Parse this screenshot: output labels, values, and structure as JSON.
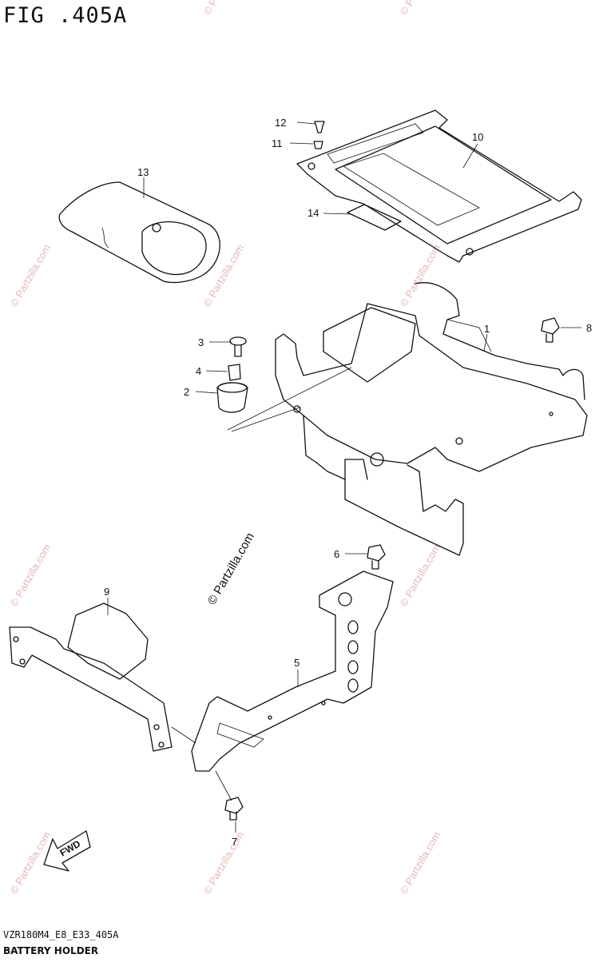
{
  "figure": {
    "title": "FIG .405A",
    "model_code": "VZR180M4_E8_E33_405A",
    "section_name": "BATTERY HOLDER"
  },
  "callouts": [
    "1",
    "2",
    "3",
    "4",
    "5",
    "6",
    "7",
    "8",
    "9",
    "10",
    "11",
    "12",
    "13",
    "14"
  ],
  "fwd_label": "FWD",
  "watermark": "© Partzilla.com",
  "watermark_main": "© Partzilla.com"
}
